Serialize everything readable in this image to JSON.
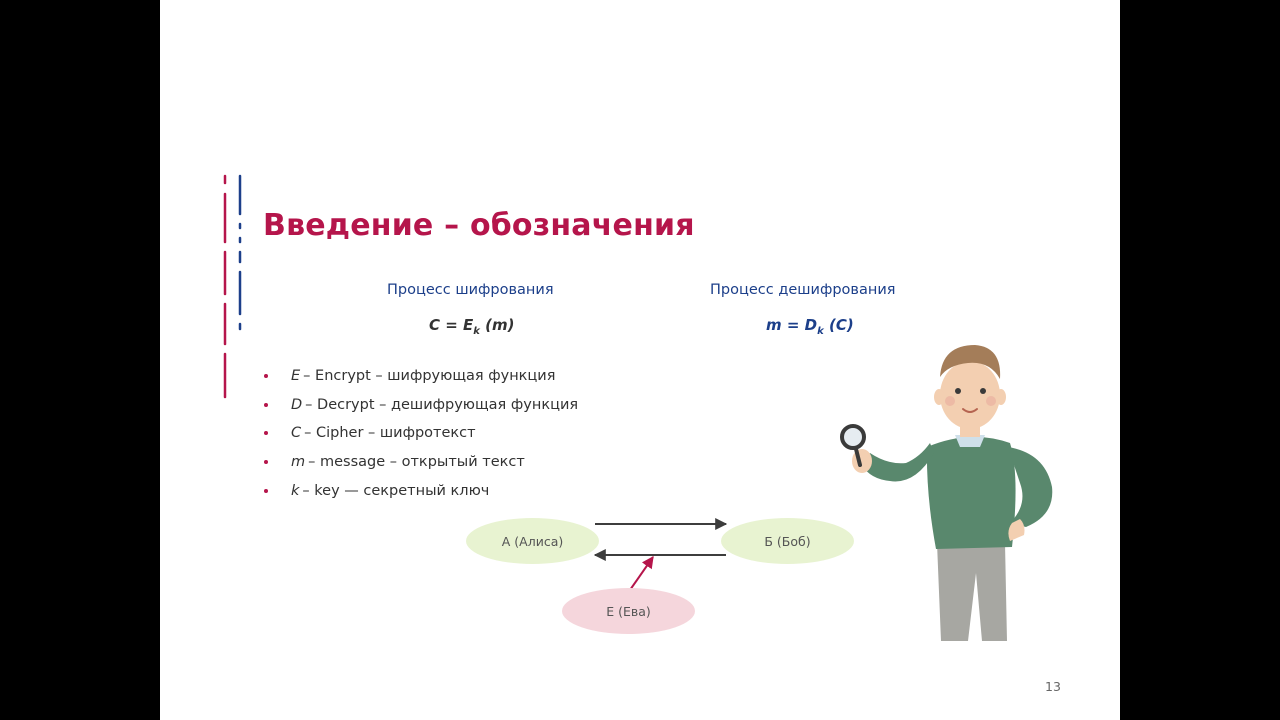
{
  "slide": {
    "title": "Введение – обозначения",
    "page_number": "13"
  },
  "encryption": {
    "label": "Процесс шифрования",
    "formula_lhs": "C = E",
    "formula_sub": "k",
    "formula_rhs": " (m)"
  },
  "decryption": {
    "label": "Процесс дешифрования",
    "formula_lhs": "m = D",
    "formula_sub": "k",
    "formula_rhs": " (C)"
  },
  "bullets": [
    {
      "symbol": "E",
      "text": "– Encrypt – шифрующая функция"
    },
    {
      "symbol": "D",
      "text": "– Decrypt – дешифрующая функция"
    },
    {
      "symbol": "C",
      "text": "– Cipher – шифротекст"
    },
    {
      "symbol": "m",
      "text": "– message – открытый текст"
    },
    {
      "symbol": "k",
      "text": " –  key  —  секретный ключ"
    }
  ],
  "diagram": {
    "alice": "А (Алиса)",
    "bob": "Б (Боб)",
    "eve": "Е (Ева)"
  },
  "colors": {
    "accent": "#b5154b",
    "blue": "#1c3f8a",
    "node_green": "#e8f3d1",
    "node_pink": "#f5d6dc"
  },
  "icons": {
    "illustration": "person-with-magnifying-glass"
  }
}
